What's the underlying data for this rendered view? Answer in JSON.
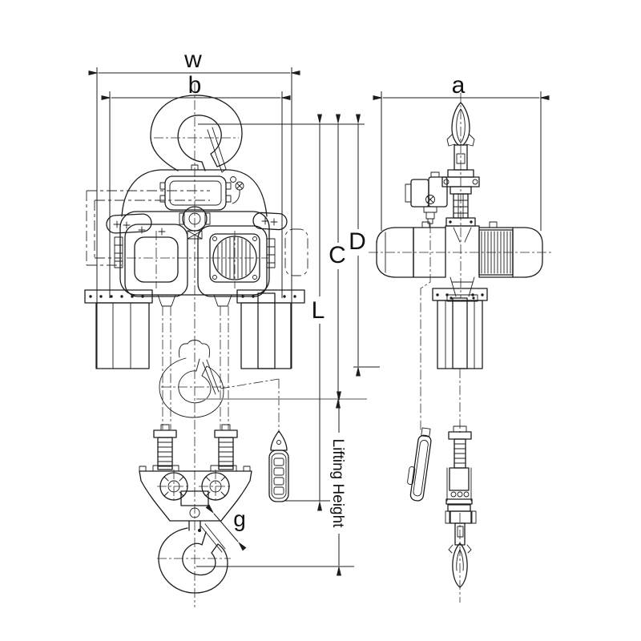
{
  "drawing": {
    "type": "engineering-dimension-drawing",
    "subject": "electric chain hoist - front and side elevation views with dimension lines",
    "labels": {
      "width_overall": "w",
      "width_inner": "b",
      "side_width": "a",
      "headroom_c": "C",
      "depth_d": "D",
      "length_l": "L",
      "hook_opening": "g",
      "lifting_height": "Lifting Height"
    },
    "colors": {
      "line": "#1c1c1c",
      "reference_gray": "#8f8f8f",
      "background": "#ffffff"
    }
  }
}
